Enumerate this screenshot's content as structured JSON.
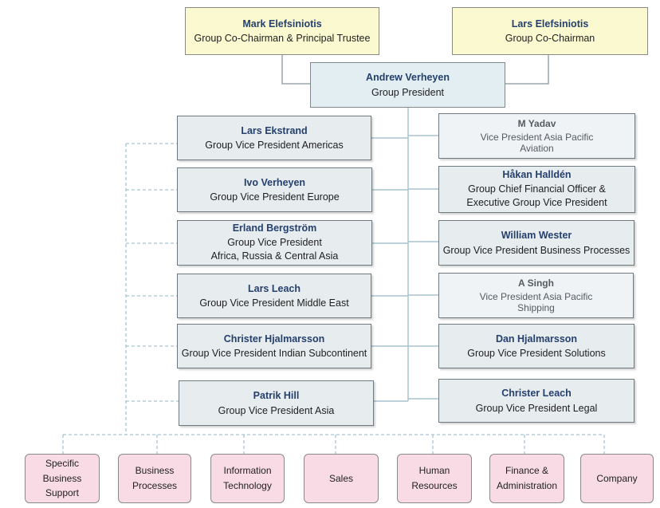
{
  "executives": {
    "co_chair_1": {
      "name": "Mark Elefsiniotis",
      "role": "Group Co-Chairman & Principal Trustee"
    },
    "co_chair_2": {
      "name": "Lars Elefsiniotis",
      "role": "Group Co-Chairman"
    },
    "president": {
      "name": "Andrew Verheyen",
      "role": "Group President"
    }
  },
  "left_vps": [
    {
      "name": "Lars Ekstrand",
      "roles": [
        "Group Vice President Americas"
      ]
    },
    {
      "name": "Ivo Verheyen",
      "roles": [
        "Group Vice President Europe"
      ]
    },
    {
      "name": "Erland Bergström",
      "roles": [
        "Group Vice President",
        "Africa, Russia & Central Asia"
      ]
    },
    {
      "name": "Lars Leach",
      "roles": [
        "Group Vice President Middle East"
      ]
    },
    {
      "name": "Christer Hjalmarsson",
      "roles": [
        "Group Vice President Indian Subcontinent"
      ]
    },
    {
      "name": "Patrik Hill",
      "roles": [
        "Group Vice President Asia"
      ]
    }
  ],
  "right_vps": [
    {
      "name": "M Yadav",
      "roles": [
        "Vice President Asia Pacific",
        "Aviation"
      ]
    },
    {
      "name": "Håkan Halldén",
      "roles": [
        "Group Chief Financial Officer &",
        "Executive Group Vice President"
      ]
    },
    {
      "name": "William Wester",
      "roles": [
        "Group Vice President Business Processes"
      ]
    },
    {
      "name": "A Singh",
      "roles": [
        "Vice President Asia Pacific",
        "Shipping"
      ]
    },
    {
      "name": "Dan Hjalmarsson",
      "roles": [
        "Group Vice President Solutions"
      ]
    },
    {
      "name": "Christer Leach",
      "roles": [
        "Group Vice President Legal"
      ]
    }
  ],
  "departments": [
    {
      "lines": [
        "Specific",
        "Business",
        "Support"
      ]
    },
    {
      "lines": [
        "Business",
        "Processes"
      ]
    },
    {
      "lines": [
        "Information",
        "Technology"
      ]
    },
    {
      "lines": [
        "Sales"
      ]
    },
    {
      "lines": [
        "Human",
        "Resources"
      ]
    },
    {
      "lines": [
        "Finance &",
        "Administration"
      ]
    },
    {
      "lines": [
        "Company"
      ]
    }
  ],
  "colors": {
    "executive_fill": "#fbf9d0",
    "president_fill": "#e3eef2",
    "vp_fill": "#e7ecef",
    "department_fill": "#f8dbe5",
    "name_text": "#25406d",
    "connector": "#a8c4d0"
  }
}
